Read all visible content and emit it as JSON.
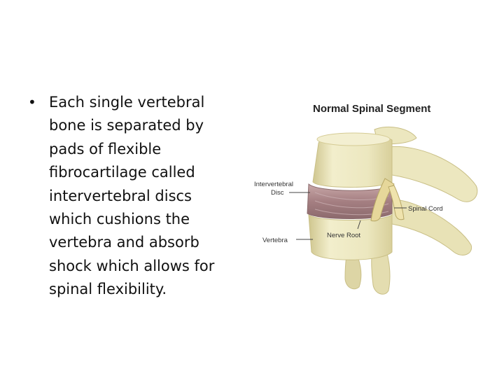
{
  "slide": {
    "bullet": {
      "marker": "•",
      "text": "Each single vertebral bone is separated by pads of flexible fibrocartilage called intervertebral discs which cushions the vertebra and absorb shock which allows for spinal flexibility."
    },
    "figure": {
      "title": "Normal Spinal Segment",
      "labels": {
        "disc_line1": "Intervertebral",
        "disc_line2": "Disc",
        "spinal_cord": "Spinal Cord",
        "nerve_root": "Nerve Root",
        "vertebra": "Vertebra"
      },
      "colors": {
        "bone": "#ece7bf",
        "bone_shadow": "#cfc68f",
        "disc": "#a57f82",
        "nerve": "#e6d79a"
      }
    }
  }
}
